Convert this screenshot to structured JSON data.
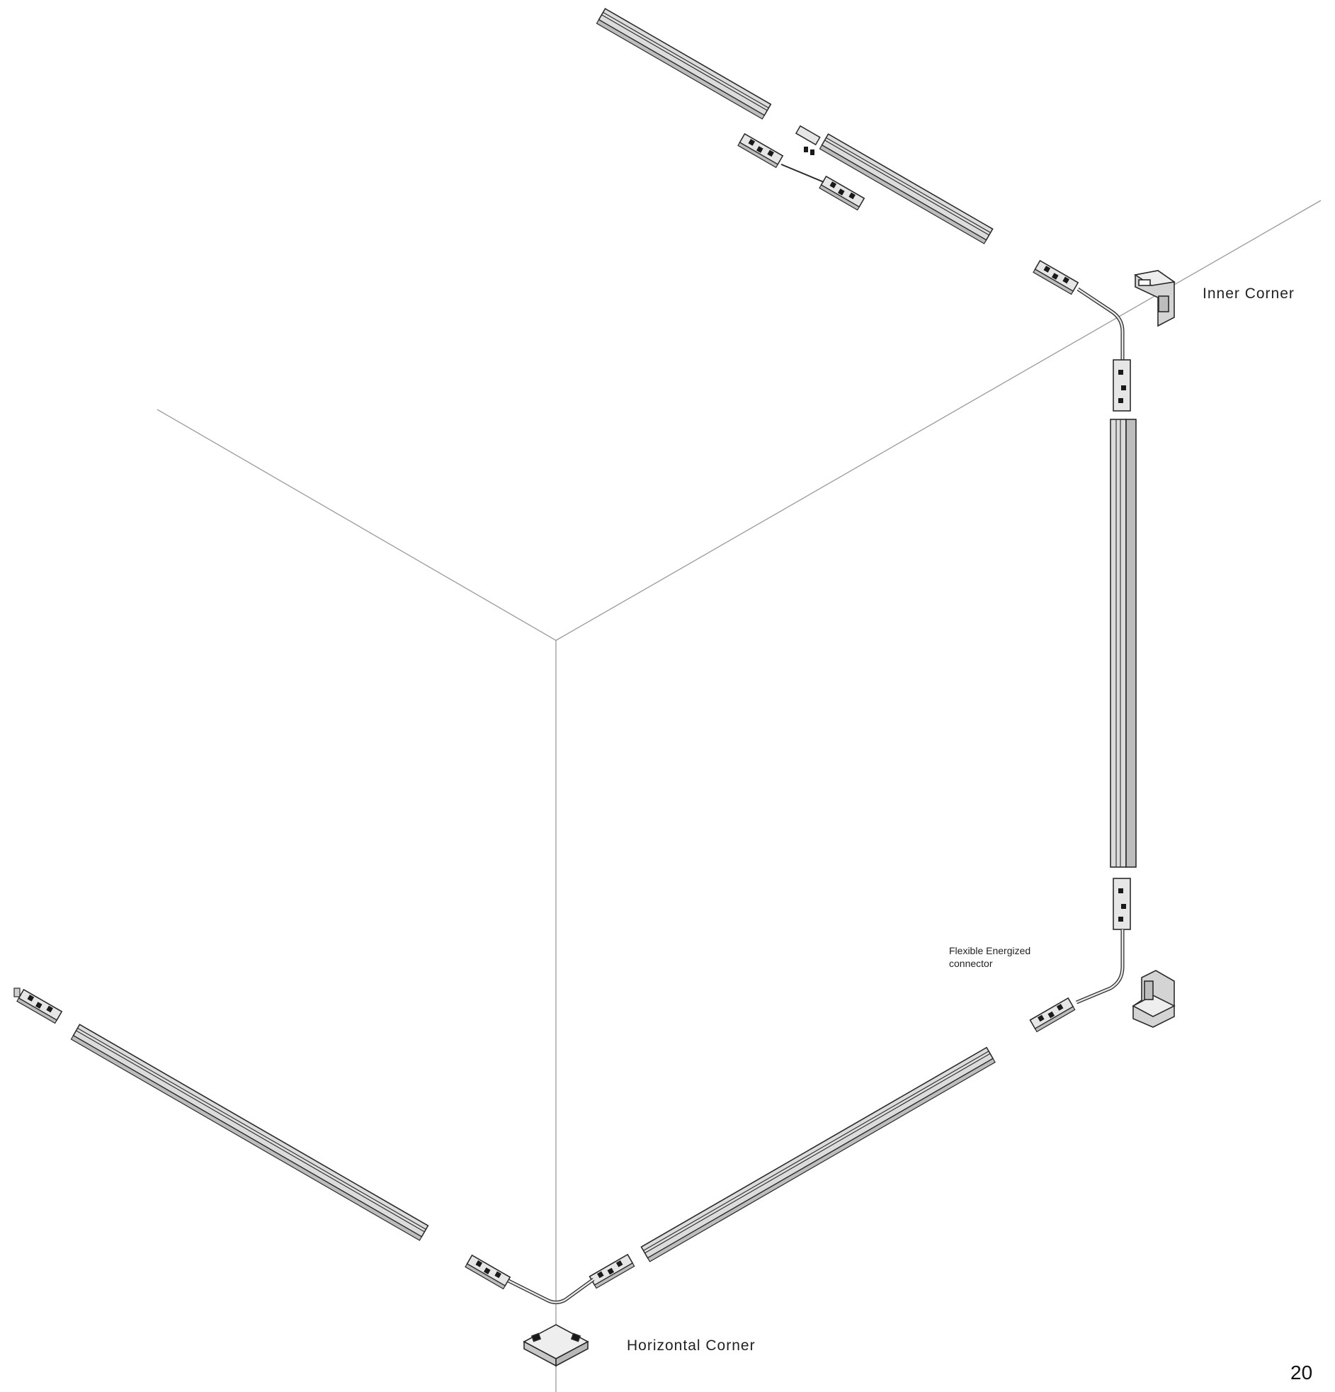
{
  "labels": {
    "inner_corner": "Inner Corner",
    "flexible_connector_line1": "Flexible Energized",
    "flexible_connector_line2": "connector",
    "horizontal_corner": "Horizontal Corner"
  },
  "page_number": "20",
  "colors": {
    "rail_fill": "#dcdcdc",
    "rail_dark": "#bdbdbd",
    "outline": "#2a2a2a",
    "guide_line": "#9a9a9a"
  }
}
